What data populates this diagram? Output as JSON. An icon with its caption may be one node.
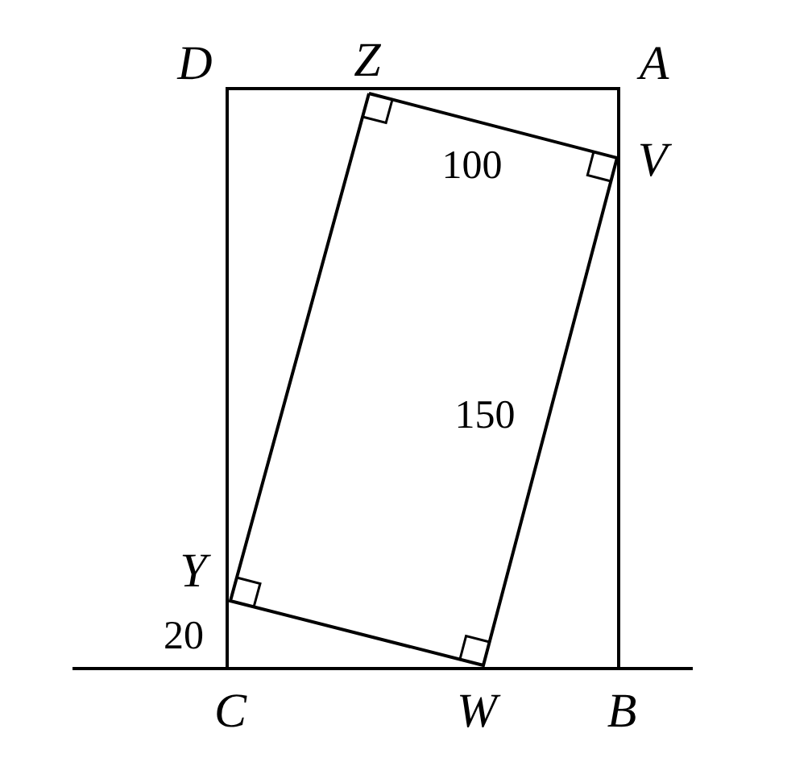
{
  "diagram": {
    "labels": [
      "D",
      "Z",
      "A",
      "100",
      "V",
      "150",
      "Y",
      "20",
      "C",
      "W",
      "B"
    ]
  }
}
